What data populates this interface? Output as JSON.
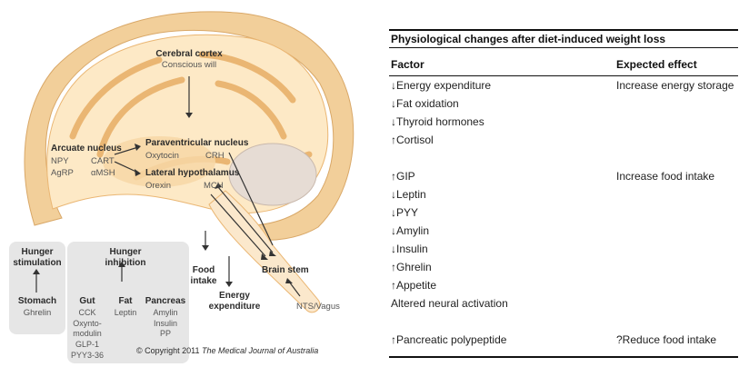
{
  "colors": {
    "skull": "#f2cf9a",
    "skull_inner": "#fbe8cc",
    "brain_outer": "#fde9c6",
    "gyri": "#eab673",
    "cerebellum": "#e6dcd4",
    "panel": "#e6e6e6",
    "arrow": "#333333"
  },
  "diagram": {
    "cortex_title": "Cerebral cortex",
    "cortex_sub": "Conscious will",
    "arcuate_title": "Arcuate nucleus",
    "npy": "NPY",
    "cart": "CART",
    "agrp": "AgRP",
    "amsh": "αMSH",
    "pvn_title": "Paraventricular nucleus",
    "oxytocin": "Oxytocin",
    "crh": "CRH",
    "lh_title": "Lateral hypothalamus",
    "orexin": "Orexin",
    "mch": "MCH",
    "brainstem": "Brain stem",
    "nts": "NTS/Vagus",
    "hunger_stim_1": "Hunger",
    "hunger_stim_2": "stimulation",
    "stomach": "Stomach",
    "ghrelin": "Ghrelin",
    "hunger_inh_1": "Hunger",
    "hunger_inh_2": "inhibition",
    "gut": "Gut",
    "gut_items": [
      "CCK",
      "Oxynto-",
      "modulin",
      "GLP-1",
      "PYY3-36"
    ],
    "fat": "Fat",
    "leptin": "Leptin",
    "pancreas": "Pancreas",
    "pancreas_items": [
      "Amylin",
      "Insulin",
      "PP"
    ],
    "food_1": "Food",
    "food_2": "intake",
    "energy_1": "Energy",
    "energy_2": "expenditure",
    "copyright_prefix": "© Copyright 2011 ",
    "copyright_journal": "The Medical Journal of Australia"
  },
  "table": {
    "title": "Physiological changes after diet-induced weight loss",
    "col_factor": "Factor",
    "col_effect": "Expected effect",
    "groups": [
      {
        "effect": "Increase energy storage",
        "factors": [
          "↓Energy expenditure",
          "↓Fat oxidation",
          "↓Thyroid hormones",
          "↑Cortisol"
        ]
      },
      {
        "effect": "Increase food intake",
        "factors": [
          "↑GIP",
          "↓Leptin",
          "↓PYY",
          "↓Amylin",
          "↓Insulin",
          "↑Ghrelin",
          "↑Appetite",
          "Altered neural activation"
        ]
      },
      {
        "effect": "?Reduce food intake",
        "factors": [
          "↑Pancreatic polypeptide"
        ]
      }
    ]
  }
}
